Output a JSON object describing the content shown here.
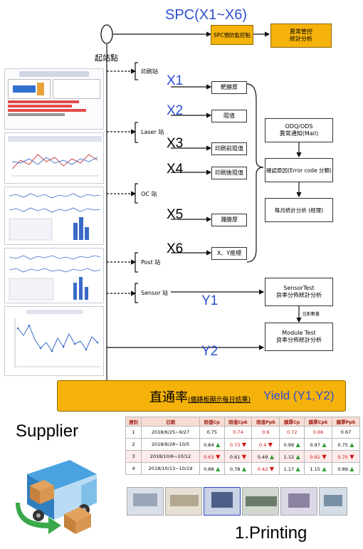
{
  "header": {
    "spc_label": "SPC(X1~X6)"
  },
  "top_flow": {
    "start_label": "起站點",
    "spc_box": "SPC預防監控點",
    "anomaly_box": "異常管控\n統計分析"
  },
  "stations": [
    {
      "name": "印刷站"
    },
    {
      "name": "Laser 站"
    },
    {
      "name": "OC 站"
    },
    {
      "name": "Post 站"
    },
    {
      "name": "Sensor 站"
    }
  ],
  "x_labels": [
    "X1",
    "X2",
    "X3",
    "X4",
    "X5",
    "X6"
  ],
  "measure_boxes": [
    "靶膜厚",
    "阻值",
    "印刷前阻值",
    "印刷後阻值",
    "濺膜厚",
    "X、Y座標"
  ],
  "right_flow": {
    "notify_box": "ODQ/ODS\n異常通知(Mail)",
    "confirm_box": "確認原因(Error code 分類)",
    "monthly_box": "每月統計分析 (經理)",
    "sensor_test_box": "SensorTest\n良率分佈統計分析",
    "module_test_box": "Module Test\n良率分佈統計分析",
    "small_label": "比對數量"
  },
  "y_labels": {
    "y1": "Y1",
    "y2": "Y2"
  },
  "yield_bar": {
    "main": "直通率",
    "sub": "(儀錶板顯示每日結果)",
    "yield_label": "Yield (Y1,Y2)"
  },
  "supplier_label": "Supplier",
  "printing_label": "1.Printing",
  "table": {
    "headers": [
      "週別",
      "日期",
      "阻值Cp",
      "阻值Cpk",
      "阻值Ppk",
      "膜厚Cp",
      "膜厚Cpk",
      "膜厚Ppk"
    ],
    "rows": [
      {
        "week": "1",
        "date": "2018/9/25~9/27",
        "cells": [
          {
            "v": "0.75",
            "c": ""
          },
          {
            "v": "0.74",
            "c": "red"
          },
          {
            "v": "0.6",
            "c": "red"
          },
          {
            "v": "0.72",
            "c": "red"
          },
          {
            "v": "0.66",
            "c": "red"
          },
          {
            "v": "0.67",
            "c": ""
          }
        ]
      },
      {
        "week": "2",
        "date": "2018/9/28~10/5",
        "cells": [
          {
            "v": "0.84",
            "c": "",
            "a": "up"
          },
          {
            "v": "0.73",
            "c": "red",
            "a": "down"
          },
          {
            "v": "0.4",
            "c": "red",
            "a": "down"
          },
          {
            "v": "0.99",
            "c": "",
            "a": "up"
          },
          {
            "v": "0.97",
            "c": "",
            "a": "up"
          },
          {
            "v": "0.75",
            "c": "",
            "a": "up"
          }
        ]
      },
      {
        "week": "3",
        "date": "2018/10/6~10/12",
        "cells": [
          {
            "v": "0.63",
            "c": "red",
            "a": "down"
          },
          {
            "v": "0.61",
            "c": "",
            "a": "down"
          },
          {
            "v": "0.49",
            "c": "",
            "a": "up"
          },
          {
            "v": "1.12",
            "c": "",
            "a": "up"
          },
          {
            "v": "0.91",
            "c": "red",
            "a": "down"
          },
          {
            "v": "0.70",
            "c": "red",
            "a": "down"
          }
        ]
      },
      {
        "week": "4",
        "date": "2018/10/13~10/19",
        "cells": [
          {
            "v": "0.88",
            "c": "",
            "a": "up"
          },
          {
            "v": "0.78",
            "c": "",
            "a": "up"
          },
          {
            "v": "0.42",
            "c": "red",
            "a": "down"
          },
          {
            "v": "1.17",
            "c": "",
            "a": "up"
          },
          {
            "v": "1.15",
            "c": "",
            "a": "up"
          },
          {
            "v": "0.89",
            "c": "",
            "a": "up"
          }
        ]
      }
    ]
  },
  "colors": {
    "orange": "#f5b20a",
    "blue_text": "#2f4fd0",
    "header_red": "#9c1b12"
  }
}
